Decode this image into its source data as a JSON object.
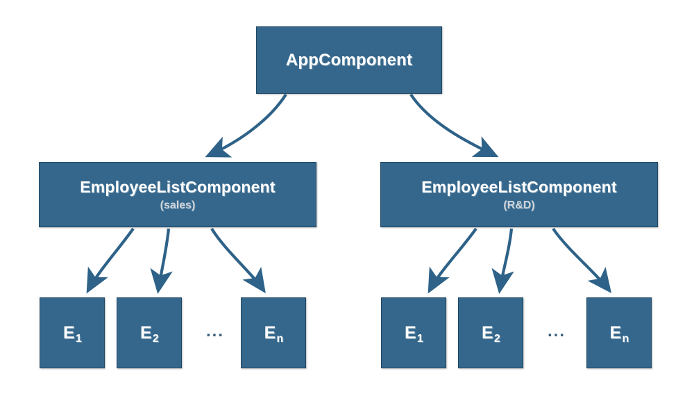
{
  "diagram": {
    "type": "component-tree",
    "theme": {
      "node_fill": "#35678c",
      "node_border": "#1f4763",
      "node_text": "#ffffff",
      "subtitle_text": "#cfd6dc",
      "edge_color": "#2e6288",
      "background": "#ffffff"
    },
    "root": {
      "id": "app",
      "label": "AppComponent"
    },
    "branches": [
      {
        "id": "sales",
        "label": "EmployeeListComponent",
        "sublabel": "(sales)",
        "leaves": [
          {
            "id": "s1",
            "base": "E",
            "sub": "1"
          },
          {
            "id": "s2",
            "base": "E",
            "sub": "2"
          },
          {
            "id": "s3",
            "base": "E",
            "sub": "n"
          }
        ],
        "ellipsis": "..."
      },
      {
        "id": "rnd",
        "label": "EmployeeListComponent",
        "sublabel": "(R&D)",
        "leaves": [
          {
            "id": "r1",
            "base": "E",
            "sub": "1"
          },
          {
            "id": "r2",
            "base": "E",
            "sub": "2"
          },
          {
            "id": "r3",
            "base": "E",
            "sub": "n"
          }
        ],
        "ellipsis": "..."
      }
    ],
    "edges": [
      {
        "from": "app",
        "to": "sales"
      },
      {
        "from": "app",
        "to": "rnd"
      },
      {
        "from": "sales",
        "to": "s1"
      },
      {
        "from": "sales",
        "to": "s2"
      },
      {
        "from": "sales",
        "to": "s3"
      },
      {
        "from": "rnd",
        "to": "r1"
      },
      {
        "from": "rnd",
        "to": "r2"
      },
      {
        "from": "rnd",
        "to": "r3"
      }
    ]
  }
}
